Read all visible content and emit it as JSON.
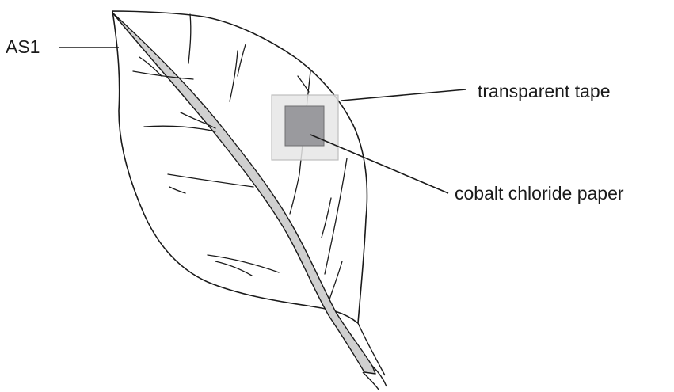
{
  "labels": {
    "figure_id": "AS1",
    "tape": "transparent tape",
    "paper": "cobalt chloride paper"
  },
  "colors": {
    "outline": "#1a1a1a",
    "midrib_fill": "#d0d0d0",
    "tape_fill": "#e6e6e6",
    "tape_border": "#bdbdbd",
    "paper_fill": "#9a9a9e",
    "paper_border": "#6d6d70"
  }
}
